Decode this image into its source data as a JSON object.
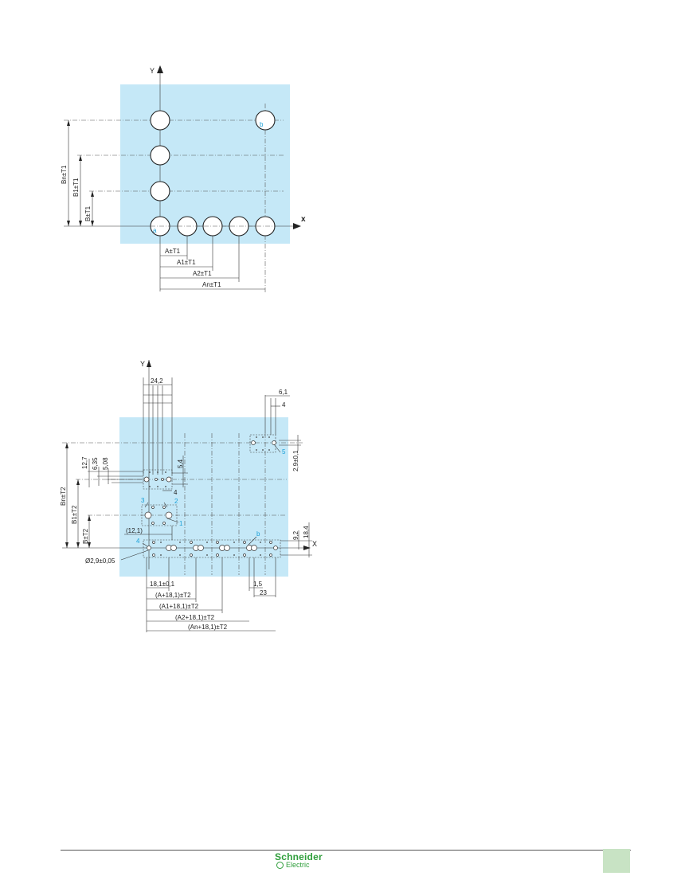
{
  "diagram1": {
    "axis_y": "Y",
    "axis_x": "x",
    "hole_a": "a",
    "hole_b": "b",
    "vertical_dims": [
      "Bn±T1",
      "B1±T1",
      "B±T1"
    ],
    "horizontal_dims": [
      "A±T1",
      "A1±T1",
      "A2±T1",
      "An±T1"
    ]
  },
  "diagram2": {
    "axis_y": "Y",
    "axis_x": "X",
    "top_dims": [
      "24,2",
      "6,1",
      "4"
    ],
    "left_dims": [
      "12,7",
      "6,35",
      "5,08",
      "5,4",
      "4"
    ],
    "vertical_dims": [
      "Bn±T2",
      "B1±T2",
      "B±T2"
    ],
    "right_dims": [
      "2,9±0,1",
      "9,2",
      "18,4"
    ],
    "callouts": [
      "(12,1)",
      "Ø2,9±0,05"
    ],
    "numbers": [
      "1",
      "2",
      "3",
      "4",
      "5"
    ],
    "hole_b": "b",
    "bottom_dims": [
      "18,1±0,1",
      "(A+18,1)±T2",
      "(A1+18,1)±T2",
      "(A2+18,1)±T2",
      "(An+18,1)±T2"
    ],
    "small_dims": [
      "1,5",
      "23"
    ]
  },
  "footer": {
    "brand": "Schneider",
    "brand_sub": "Electric"
  },
  "colors": {
    "panel": "#c5e8f7",
    "brand_green": "#2f9e3b",
    "label_blue": "#1aa0d8"
  }
}
